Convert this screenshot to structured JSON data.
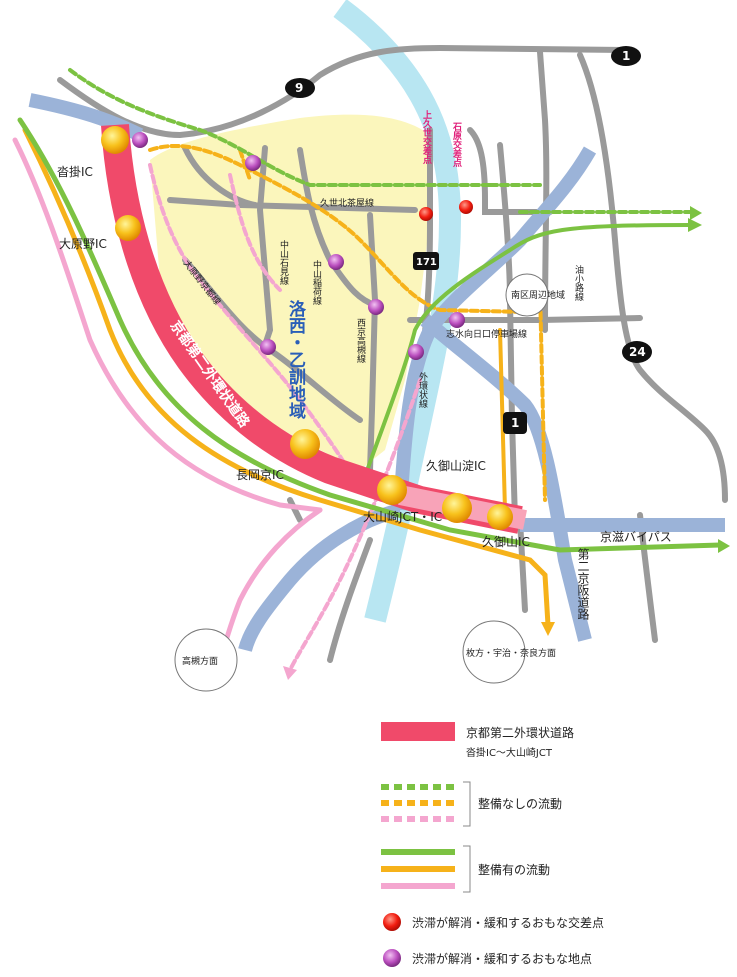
{
  "map": {
    "expressway_name": "京都第二外環状道路",
    "region_label": "洛西・乙訓地域",
    "interchanges": {
      "kutsukake": "沓掛IC",
      "oharano": "大原野IC",
      "nagaokakyo": "長岡京IC",
      "oyamazaki": "大山崎JCT・IC",
      "kumiyama_yodo": "久御山淀IC",
      "kumiyama": "久御山IC"
    },
    "roads": {
      "kuze_kitamachi": "久世北茶屋線",
      "nakayama_ishimi": "中山石見線",
      "nakayama_inari": "中山稲荷線",
      "oharano_kyoto": "大原野京都線",
      "nishikyo_takatsuki": "西京高槻線",
      "minamiku_chiiki": "南区周辺地域",
      "aburanokoji": "油小路線",
      "shimizu_hinokuchi": "志水向日口停車場線",
      "keikyo_bypass": "京滋バイパス",
      "daini_keihan": "第二京阪道路",
      "kumiyama_line": "外環状線"
    },
    "intersections": {
      "kamikuze": "上久世交差点",
      "ishiharajo": "石原交差点"
    },
    "route_numbers": [
      "9",
      "1",
      "171",
      "1",
      "24"
    ],
    "destinations": {
      "takatsuki": "高槻方面",
      "hirakata": "枚方・宇治・奈良方面"
    }
  },
  "legend": {
    "expressway": "京都第二外環状道路",
    "expressway_sub": "沓掛IC～大山崎JCT",
    "flow_without": "整備なしの流動",
    "flow_with": "整備有の流動",
    "red_dot": "渋滞が解消・緩和するおもな交差点",
    "purple_dot": "渋滞が解消・緩和するおもな地点"
  },
  "colors": {
    "expressway": "#f04a6a",
    "river": "#b8e6f2",
    "bypass": "#9bb3d8",
    "road": "#9a9a9a",
    "region_fill": "#fbf6bc",
    "flow_green": "#7cc242",
    "flow_orange": "#f6b21a",
    "flow_pink": "#f4a6cf",
    "intersection": "#e8231a",
    "point": "#b246b6"
  }
}
